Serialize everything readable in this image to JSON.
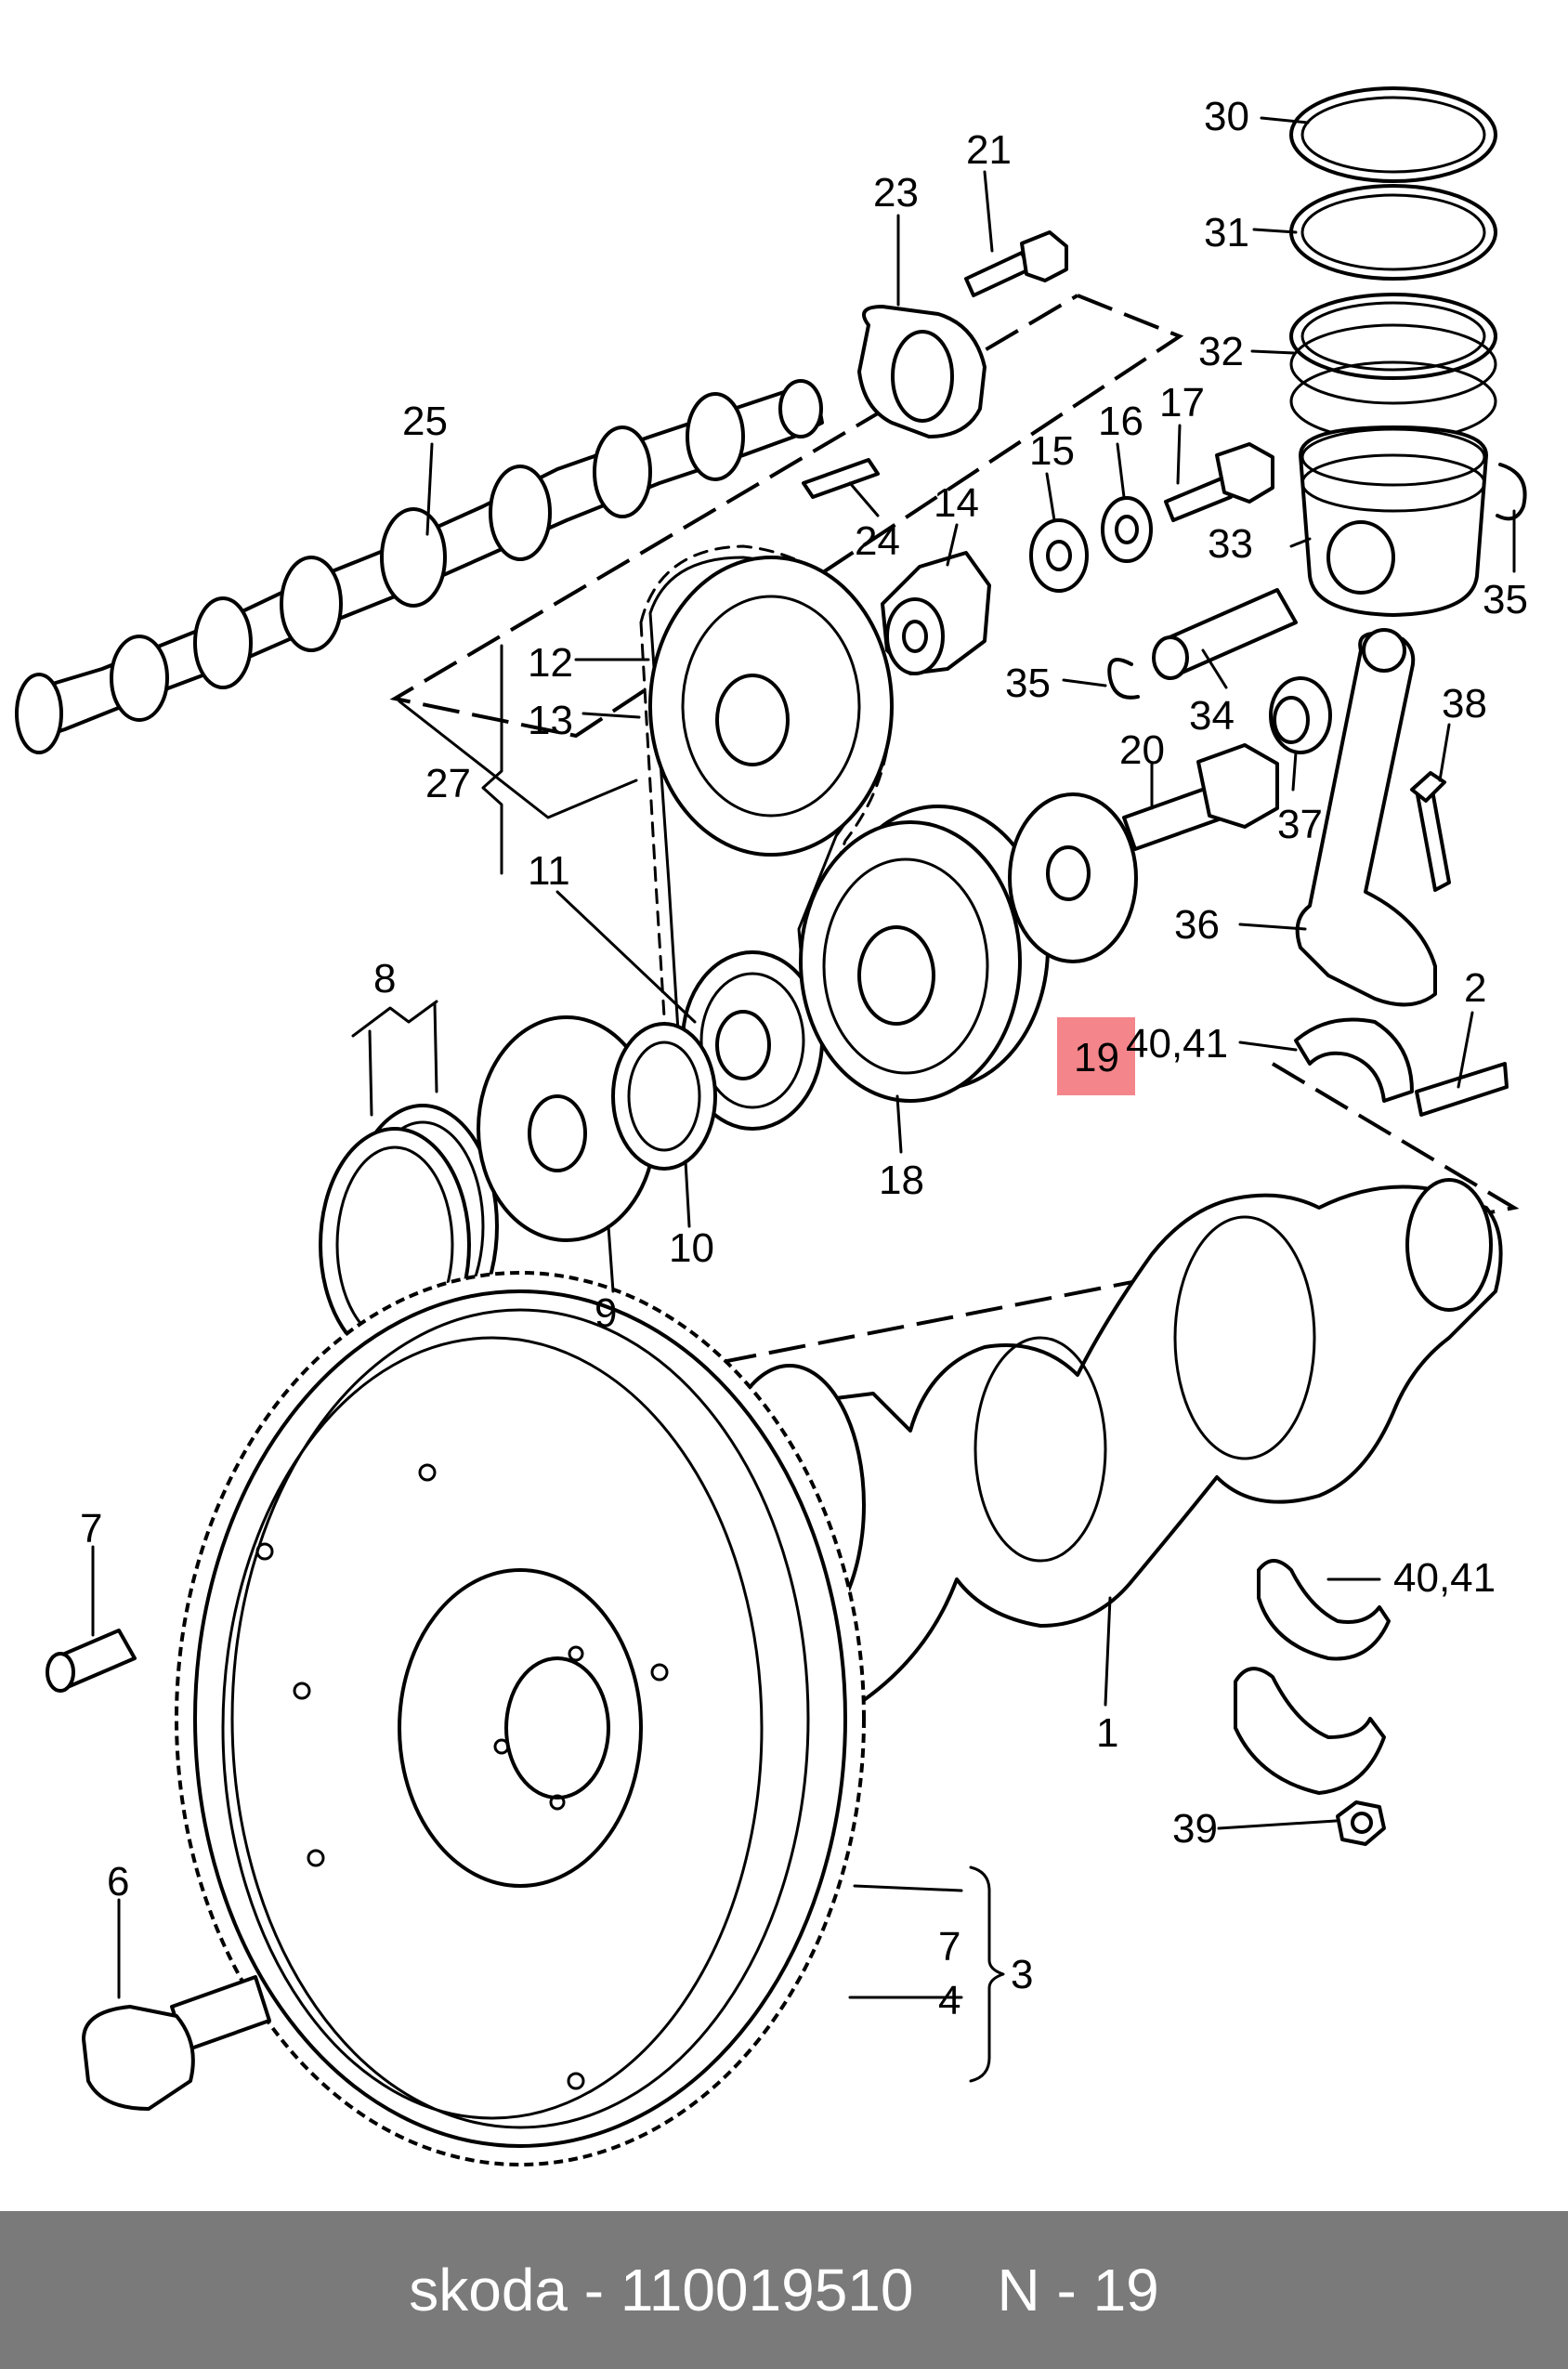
{
  "callouts": {
    "c30": "30",
    "c31": "31",
    "c32": "32",
    "c21": "21",
    "c23": "23",
    "c25": "25",
    "c15": "15",
    "c16": "16",
    "c17": "17",
    "c14": "14",
    "c24": "24",
    "c33": "33",
    "c35a": "35",
    "c35b": "35",
    "c12": "12",
    "c13": "13",
    "c27": "27",
    "c34": "34",
    "c38": "38",
    "c20": "20",
    "c37": "37",
    "c11": "11",
    "c36": "36",
    "c8": "8",
    "c2": "2",
    "c19": "19",
    "c4041a": "40,41",
    "c18": "18",
    "c10": "10",
    "c9": "9",
    "c7a": "7",
    "c4041b": "40,41",
    "c1": "1",
    "c39": "39",
    "c6": "6",
    "c7b": "7",
    "c3": "3",
    "c4": "4"
  },
  "highlight": {
    "label": "19",
    "color": "#f4858a"
  },
  "footer": {
    "brand": "skoda - 110019510",
    "ref": "N - 19",
    "background": "#7a7a7a"
  }
}
